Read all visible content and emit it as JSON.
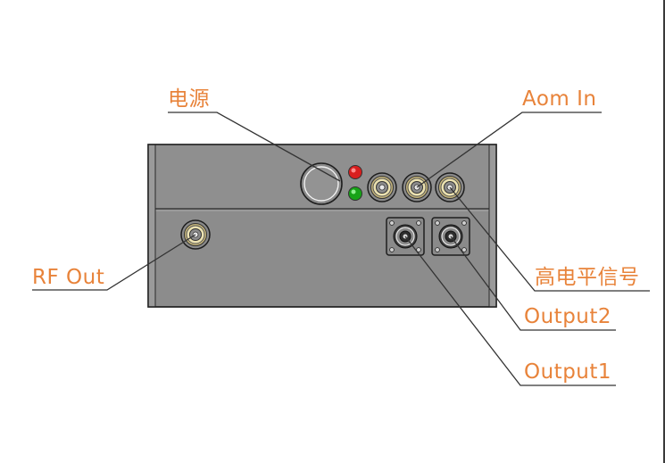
{
  "labels": {
    "power": "电源",
    "aom_in": "Aom In",
    "rf_out": "RF Out",
    "high_level_signal": "高电平信号",
    "output2": "Output2",
    "output1": "Output1"
  },
  "colors": {
    "label": "#E8833A",
    "panel": "#8C8C8C",
    "panel_top": "#8E8E8E",
    "indicator_red": "#E02020",
    "indicator_green": "#18A818",
    "connector_gold": "#C8B878",
    "leader_line": "#333333"
  },
  "icons": {
    "power_switch": "power-switch-icon",
    "led_red": "red-led-icon",
    "led_green": "green-led-icon",
    "bnc": "bnc-connector-icon",
    "square_flange": "square-flange-connector-icon"
  }
}
